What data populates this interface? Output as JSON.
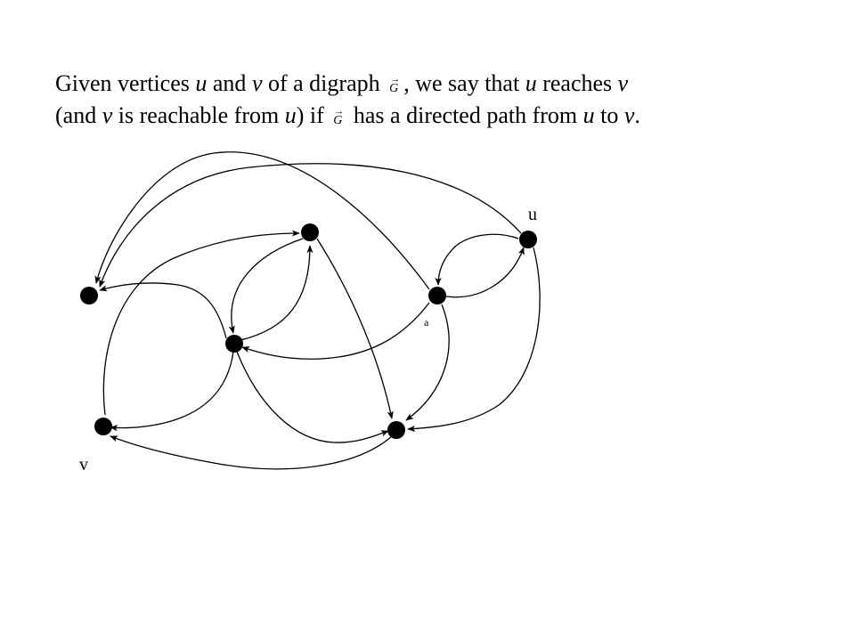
{
  "definition": {
    "l1_a": "Given vertices ",
    "u1": "u",
    "l1_b": " and ",
    "v1": "v",
    "l1_c": " of a digraph ",
    "g1": "G",
    "l1_d": ", we say that ",
    "u2": "u",
    "l1_e": " reaches ",
    "v2": "v",
    "l2_a": "(and ",
    "v3": "v",
    "l2_b": " is reachable from ",
    "u3": "u",
    "l2_c": ") if ",
    "g2": "G",
    "l2_d": " has a directed path from ",
    "u4": "u",
    "l2_e": " to ",
    "v4": "v",
    "l2_f": "."
  },
  "graph": {
    "label_u": "u",
    "label_v": "v",
    "label_small": "a",
    "vertex_color": "#000000",
    "edge_color": "#000000"
  }
}
